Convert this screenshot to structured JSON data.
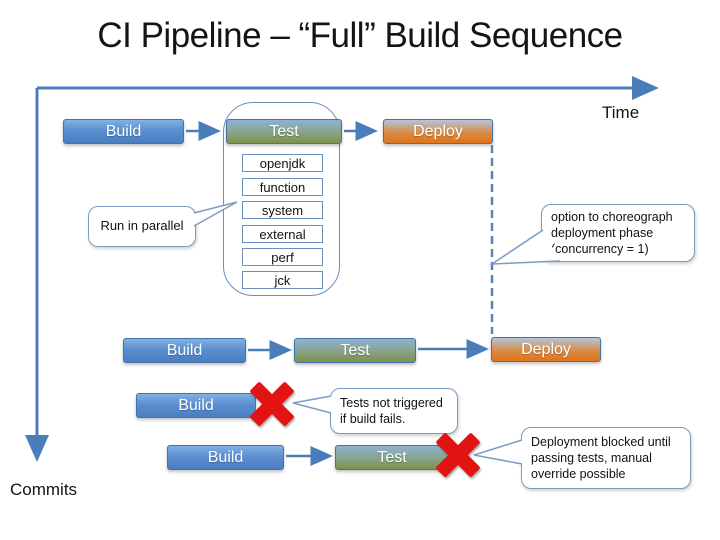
{
  "title": "CI Pipeline – “Full” Build Sequence",
  "axes": {
    "time_label": "Time",
    "commits_label": "Commits"
  },
  "rows": [
    {
      "build": "Build",
      "test": "Test",
      "deploy": "Deploy"
    },
    {
      "build": "Build",
      "test": "Test",
      "deploy": "Deploy"
    },
    {
      "build": "Build"
    },
    {
      "build": "Build",
      "test": "Test"
    }
  ],
  "test_suites": [
    "openjdk",
    "function",
    "system",
    "external",
    "perf",
    "jck"
  ],
  "callouts": {
    "run_in_parallel": "Run in parallel",
    "choreograph": "option to choreograph deployment phase (concurrency = 1)",
    "tests_not_triggered": "Tests not triggered if build fails.",
    "deployment_blocked": "Deployment blocked until passing tests, manual override possible"
  },
  "colors": {
    "accent_blue": "#4F81BD",
    "build_blue": "#4A7EC0",
    "test_green": "#7E9149",
    "deploy_orange": "#DF731C",
    "fail_red": "#E21313"
  }
}
